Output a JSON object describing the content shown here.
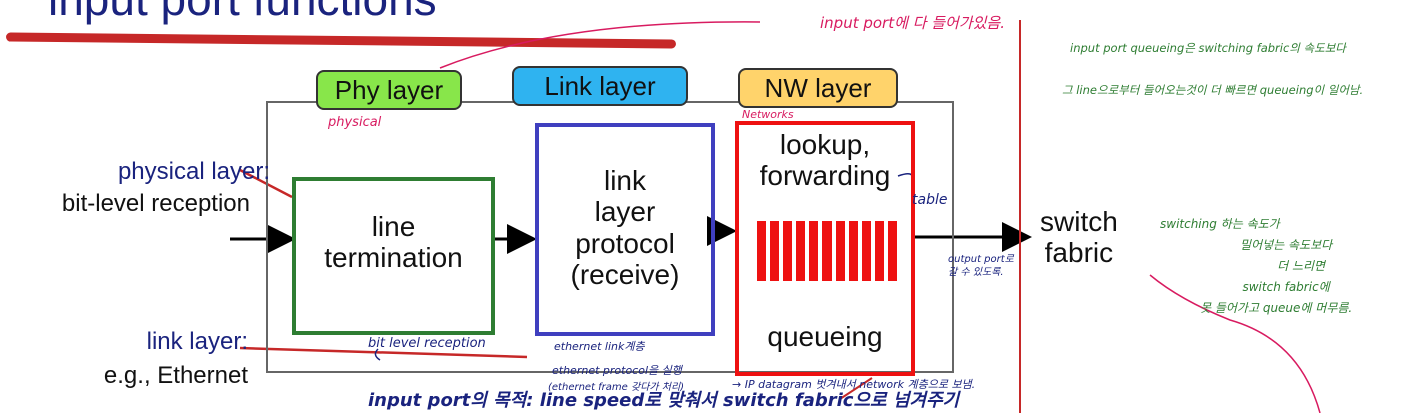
{
  "title": "input port functions",
  "tabs": {
    "phy": "Phy layer",
    "link": "Link layer",
    "nw": "NW layer"
  },
  "boxes": {
    "line_termination": [
      "line",
      "termination"
    ],
    "link_protocol": [
      "link",
      "layer",
      "protocol",
      "(receive)"
    ],
    "nw_top": [
      "lookup,",
      "forwarding"
    ],
    "nw_bottom": "queueing"
  },
  "left_labels": {
    "physical_title": "physical layer:",
    "physical_desc": "bit-level reception",
    "link_title": "link layer:",
    "link_desc": "e.g., Ethernet"
  },
  "switch_fabric": [
    "switch",
    "fabric"
  ],
  "annotations": {
    "top_note": "input port에 다 들어가있음.",
    "physical_note": "physical",
    "networks_note": "Networks",
    "table_note": "table",
    "bit_level_note": "bit level reception",
    "ethernet_note_1": "ethernet link계층",
    "ethernet_note_2": "ethernet protocol을 실행",
    "ethernet_note_3": "(ethernet frame 갖다가 처리)",
    "ip_note": "→ IP datagram 벗겨내서 network 계층으로 보냄.",
    "output_note_1": "output port로",
    "output_note_2": "갈 수 있도록.",
    "purpose_note": "input port의 목적: line speed로 맞춰서 switch fabric으로 넘겨주기",
    "right_note_1": "input port queueing은 switching fabric의 속도보다",
    "right_note_2": "그 line으로부터 들어오는것이 더 빠르면 queueing이 일어남.",
    "switching_note": [
      "switching 하는 속도가",
      "밀어넣는 속도보다",
      "더 느리면",
      "switch fabric에",
      "못 들어가고 queue에 머무름."
    ]
  },
  "colors": {
    "phy_tab": "#88e64a",
    "link_tab": "#2fb3f0",
    "nw_tab": "#ffd36b",
    "line_termination_border": "#2e7d32",
    "link_protocol_border": "#3f3fbf",
    "nw_border": "#ee1111",
    "queue_bars": "#ee1111",
    "annotation_red": "#c62828"
  },
  "queue_bar_count": 11
}
